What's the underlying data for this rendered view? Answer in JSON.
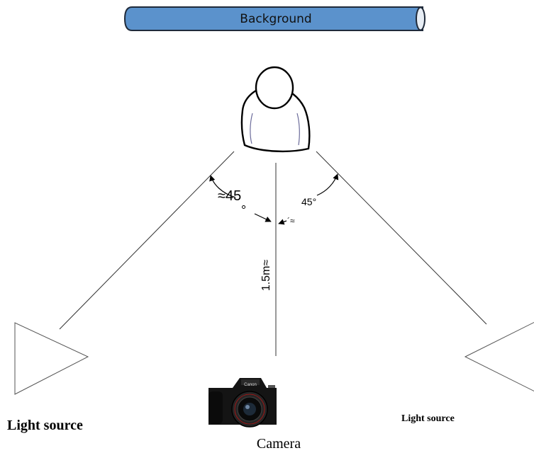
{
  "background": {
    "label": "Background",
    "fill": "#5b92cc",
    "stroke": "#1f2a3a"
  },
  "angles": {
    "left_main": "≈45",
    "left_degree": "°",
    "right_main": "45°",
    "right_extra": "´≈"
  },
  "distance": {
    "label": "1.5m≈"
  },
  "lights": {
    "left_label": "Light source",
    "right_label": "Light source"
  },
  "camera": {
    "label": "Camera",
    "brand": "Canon"
  },
  "subject": {
    "icon": "person-icon"
  }
}
